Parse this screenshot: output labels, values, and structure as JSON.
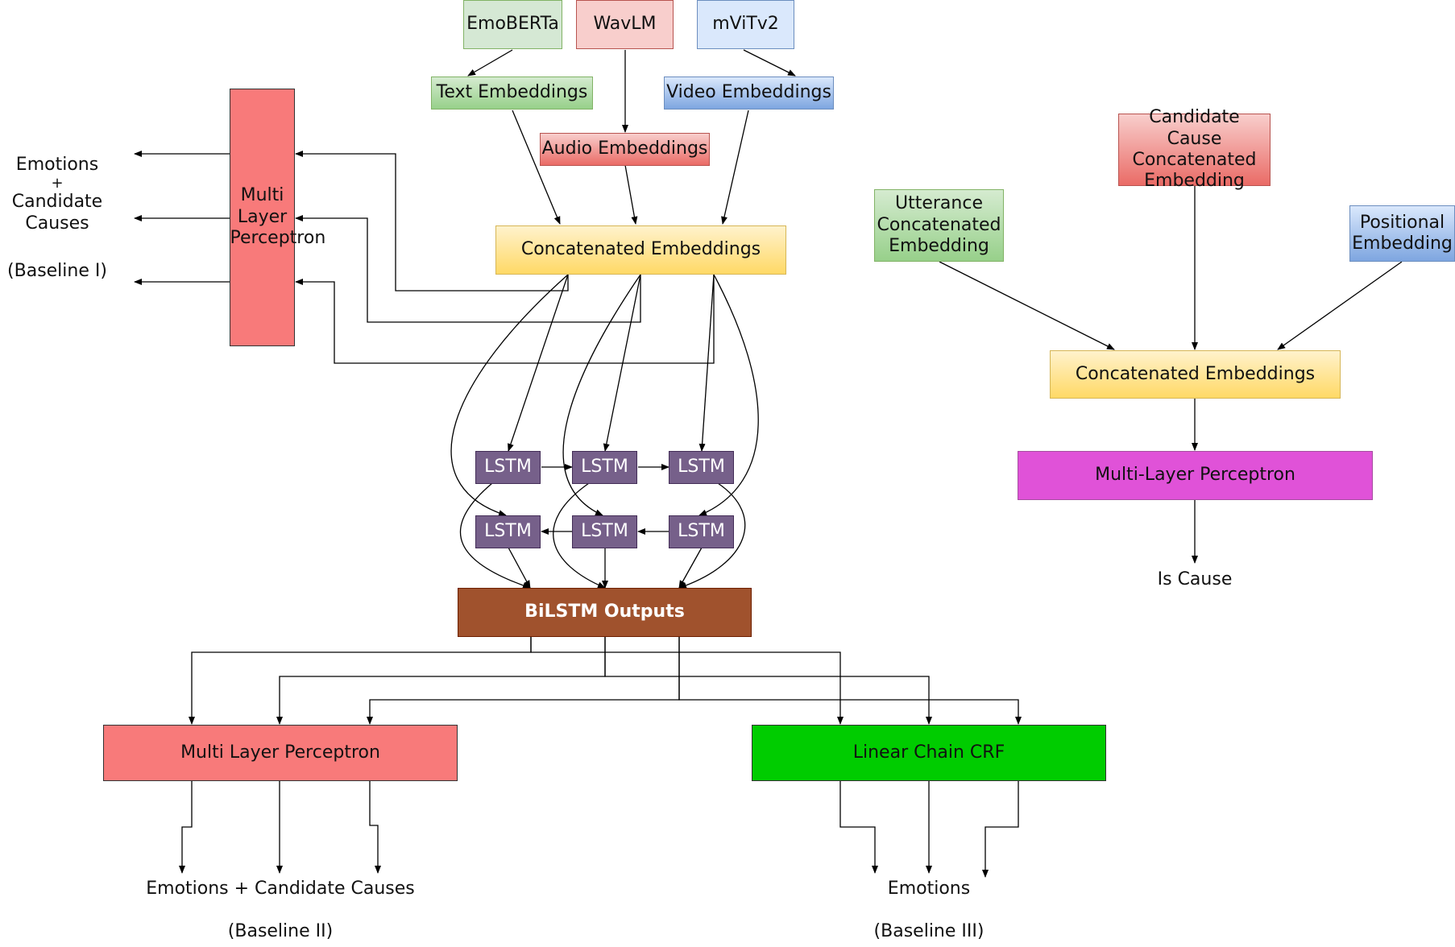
{
  "encoders": {
    "text": "EmoBERTa",
    "audio": "WavLM",
    "video": "mViTv2"
  },
  "embeddings": {
    "text": "Text Embeddings",
    "audio": "Audio Embeddings",
    "video": "Video Embeddings"
  },
  "concat_left": "Concatenated Embeddings",
  "baseline1": {
    "mlp": "Multi Layer Perceptron",
    "out_line1": "Emotions",
    "out_plus": "+",
    "out_line2": "Candidate Causes",
    "name": "(Baseline I)"
  },
  "lstm_label": "LSTM",
  "bilstm": "BiLSTM Outputs",
  "baseline2": {
    "mlp": "Multi Layer Perceptron",
    "output": "Emotions + Candidate Causes",
    "name": "(Baseline II)"
  },
  "baseline3": {
    "crf": "Linear Chain CRF",
    "output": "Emotions",
    "name": "(Baseline III)"
  },
  "cause": {
    "utterance": "Utterance Concatenated Embedding",
    "candidate": "Candidate Cause Concatenated Embedding",
    "positional": "Positional Embedding",
    "concat": "Concatenated Embeddings",
    "mlp": "Multi-Layer Perceptron",
    "output": "Is Cause"
  }
}
